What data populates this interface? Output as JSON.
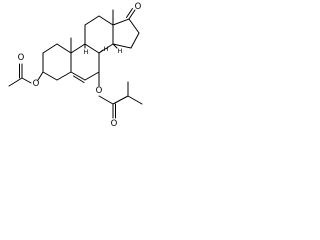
{
  "atoms": {
    "ketone_o": "O",
    "acetate_o_ester": "O",
    "acetate_o_carbonyl": "O",
    "isobutyrate_o_ester": "O",
    "isobutyrate_o_carbonyl": "O",
    "h8": "H",
    "h9": "H",
    "h14": "H"
  },
  "colors": {
    "bond": "#000000",
    "background": "#ffffff"
  }
}
